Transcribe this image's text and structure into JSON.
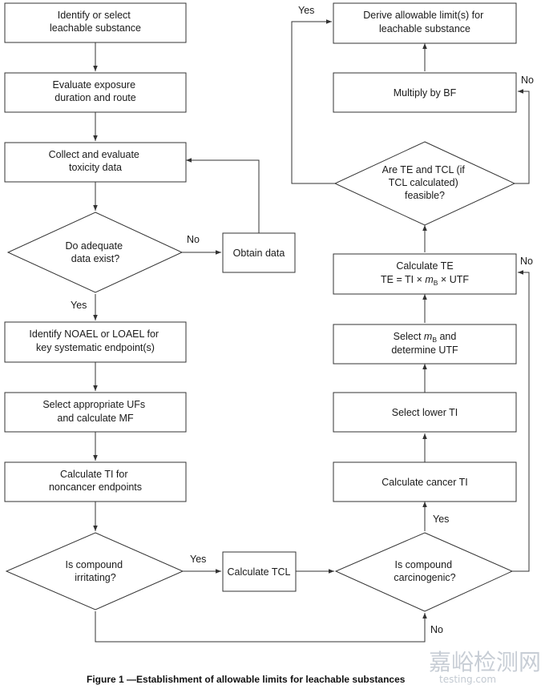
{
  "steps": {
    "identify": [
      "Identify or select",
      "leachable substance"
    ],
    "exposure": [
      "Evaluate exposure",
      "duration and route"
    ],
    "collect": [
      "Collect and evaluate",
      "toxicity data"
    ],
    "adequate": [
      "Do adequate",
      "data exist?"
    ],
    "obtain": "Obtain data",
    "noael": [
      "Identify NOAEL or LOAEL for",
      "key systematic endpoint(s)"
    ],
    "ufs": [
      "Select appropriate UFs",
      "and calculate MF"
    ],
    "ti": [
      "Calculate TI for",
      "noncancer endpoints"
    ],
    "irritating": [
      "Is compound",
      "irritating?"
    ],
    "tcl": "Calculate TCL",
    "carcinogenic": [
      "Is compound",
      "carcinogenic?"
    ],
    "cancer_ti": "Calculate cancer TI",
    "lower_ti": "Select lower TI",
    "select_mb": {
      "pre": "Select ",
      "var": "m",
      "sub": "B",
      "post": " and"
    },
    "determine_utf": "determine UTF",
    "calc_te": "Calculate TE",
    "te_formula": {
      "pre": "TE = TI × ",
      "var": "m",
      "sub": "B",
      "post": " × UTF"
    },
    "feasible": [
      "Are TE and TCL (if",
      "TCL calculated)",
      "feasible?"
    ],
    "multiply": "Multiply by BF",
    "derive": [
      "Derive allowable limit(s) for",
      "leachable substance"
    ]
  },
  "edge_labels": {
    "no_obtain": "No",
    "yes_adequate": "Yes",
    "yes_irritating": "Yes",
    "yes_carcinogenic": "Yes",
    "no_irritating": "No",
    "no_carcinogenic": "No",
    "no_feasible": "No",
    "yes_feasible": "Yes"
  },
  "caption": "Figure 1 —Establishment of allowable limits for leachable substances",
  "watermark": {
    "cn": "嘉峪检测网",
    "url": "testing.com"
  }
}
